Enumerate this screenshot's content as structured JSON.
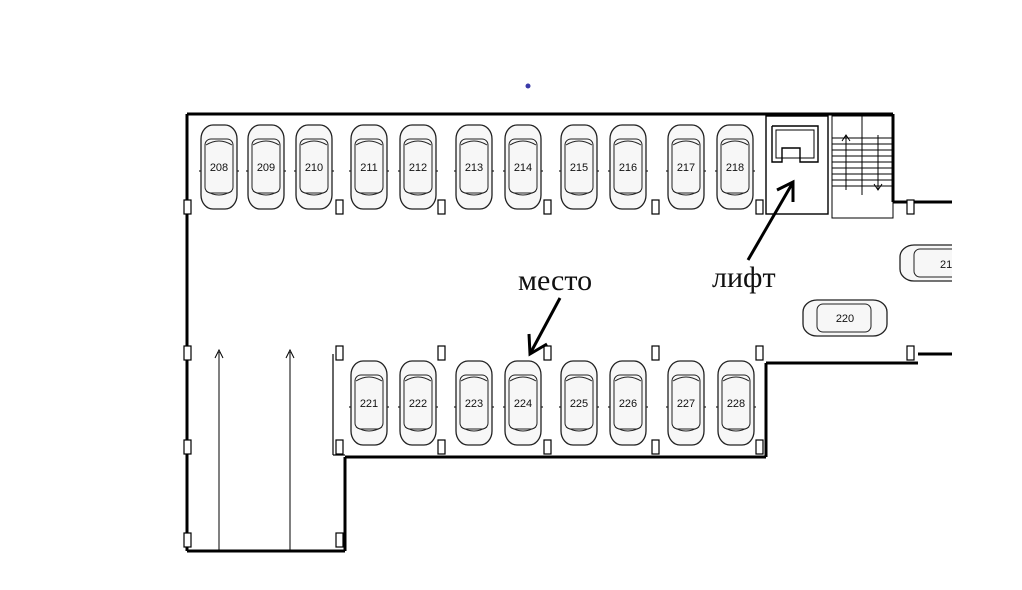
{
  "annotations": {
    "spot_label": "место",
    "elevator_label": "лифт"
  },
  "top_row_spots": [
    "208",
    "209",
    "210",
    "211",
    "212",
    "213",
    "214",
    "215",
    "216",
    "217",
    "218"
  ],
  "bottom_row_spots": [
    "221",
    "222",
    "223",
    "224",
    "225",
    "226",
    "227",
    "228"
  ],
  "side_spots": {
    "horizontal": "220",
    "partial": "21"
  },
  "colors": {
    "wall": "#000000",
    "car_outline": "#222222",
    "car_fill": "#f7f7f7",
    "background": "#ffffff",
    "dot": "#3a3aa8"
  }
}
